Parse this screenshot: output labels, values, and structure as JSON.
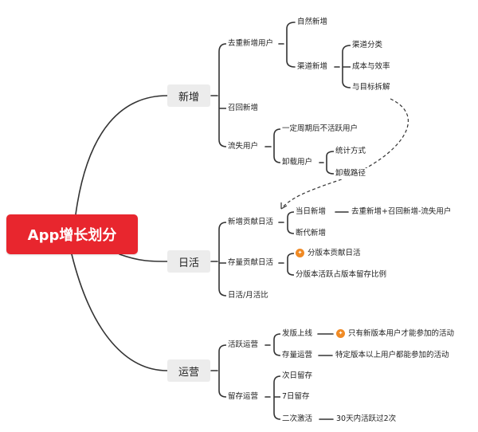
{
  "root": {
    "label": "App增长划分"
  },
  "branches": {
    "xinzeng": {
      "label": "新增",
      "qu_chong": {
        "label": "去重新增用户",
        "ziran": "自然新增",
        "qudao": {
          "label": "渠道新增",
          "items": [
            "渠道分类",
            "成本与效率",
            "与目标拆解"
          ]
        }
      },
      "zhaohui": "召回新增",
      "liushi": {
        "label": "流失用户",
        "yiding": "一定周期后不活跃用户",
        "xiezai": {
          "label": "卸载用户",
          "items": [
            "统计方式",
            "卸载路径"
          ]
        }
      }
    },
    "rihuo": {
      "label": "日活",
      "gongxian": {
        "label": "新增贡献日活",
        "dangri": {
          "label": "当日新增",
          "formula": "去重新增+召回新增-流失用户"
        },
        "duandai": "断代新增"
      },
      "cunliang": {
        "label": "存量贡献日活",
        "items": [
          "分版本贡献日活",
          "分版本活跃占版本留存比例"
        ]
      },
      "rihuo_yuehuo": "日活/月活比"
    },
    "yunying": {
      "label": "运营",
      "huoyue": {
        "label": "活跃运营",
        "faban": {
          "label": "发版上线",
          "desc": "只有新版本用户才能参加的活动"
        },
        "cunliang": {
          "label": "存量运营",
          "desc": "特定版本以上用户都能参加的活动"
        }
      },
      "liucun": {
        "label": "留存运营",
        "items": [
          "次日留存",
          "7日留存"
        ],
        "erci": {
          "label": "二次激活",
          "desc": "30天内活跃过2次"
        }
      }
    }
  },
  "colors": {
    "root": "#e8262e",
    "line": "#333333",
    "icon": "#f08a24"
  }
}
